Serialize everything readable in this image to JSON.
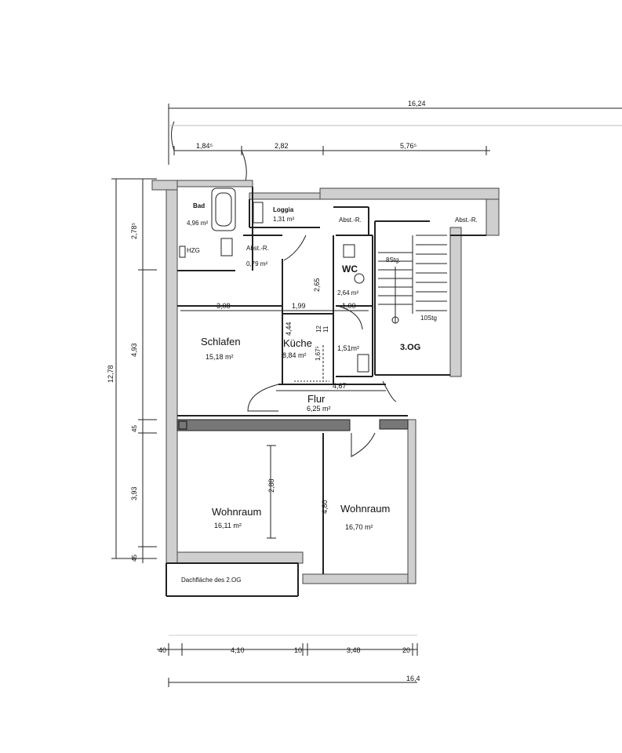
{
  "rooms": {
    "bad": {
      "name": "Bad",
      "area": "4,96 m²"
    },
    "loggia": {
      "name": "Loggia",
      "area": "1,31 m²"
    },
    "abst_small": {
      "name": "Abst.-R.",
      "area": "0,79 m²"
    },
    "hzg": {
      "name": "HZG"
    },
    "abst_left": {
      "name": "Abst.-R."
    },
    "abst_right": {
      "name": "Abst.-R."
    },
    "wc": {
      "name": "WC",
      "area": "2,64 m²"
    },
    "schlafen": {
      "name": "Schlafen",
      "area": "15,18 m²"
    },
    "kueche": {
      "name": "Küche",
      "area": "8,84 m²"
    },
    "vorraum": {
      "area": "1,51m²"
    },
    "flur": {
      "name": "Flur",
      "area": "6,25 m²"
    },
    "wohnraum_left": {
      "name": "Wohnraum",
      "area": "16,11 m²"
    },
    "wohnraum_right": {
      "name": "Wohnraum",
      "area": "16,70 m²"
    },
    "dachflaeche": {
      "name": "Dachfläche des 2.OG"
    }
  },
  "stair": {
    "floor_label": "3.OG",
    "steps_top": "8Stg.",
    "steps_bottom": "10Stg"
  },
  "dimensions": {
    "top_total": "16,24",
    "top_a": "1,84⁵",
    "top_b": "2,82",
    "top_c": "5,76⁵",
    "left_a": "2,78⁵",
    "left_b": "4,93",
    "left_c": "45",
    "left_d": "3,93",
    "left_e": "45",
    "left_total": "12,78",
    "schlafen_w": "3,08",
    "kueche_w": "1,99",
    "wc_w": "1,00",
    "wc_h": "2,65",
    "kueche_h": "4,44",
    "kueche_12": "12",
    "kueche_11": "11",
    "kueche_167": "1,67⁵",
    "flur_w": "4,67",
    "wohn_h_left": "2,88",
    "wohn_h_right": "4,80",
    "bottom_a": "40",
    "bottom_b": "4,10",
    "bottom_c": "10",
    "bottom_d": "3,48",
    "bottom_e": "20",
    "bottom_total": "16,4"
  }
}
